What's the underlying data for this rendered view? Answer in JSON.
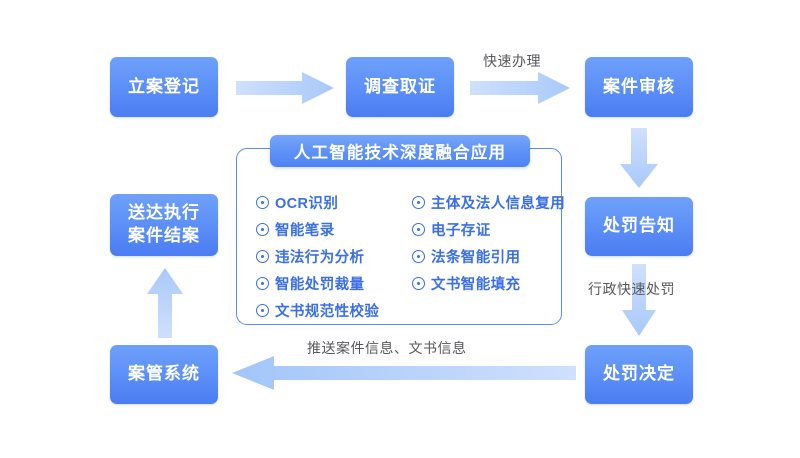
{
  "diagram": {
    "title": "人工智能技术深度融合应用",
    "accent_color": "#5b8cf5",
    "node_color": "#5e92f8",
    "arrow_color": "#bcd5fb",
    "label_color": "#58585c"
  },
  "nodes": [
    {
      "id": "node-filing",
      "label": "立案登记"
    },
    {
      "id": "node-investigate",
      "label": "调查取证"
    },
    {
      "id": "node-review",
      "label": "案件审核"
    },
    {
      "id": "node-notice",
      "label": "处罚告知"
    },
    {
      "id": "node-decision",
      "label": "处罚决定"
    },
    {
      "id": "node-casemgmt",
      "label": "案管系统"
    },
    {
      "id": "node-closing",
      "label": "送达执行\n案件结案"
    }
  ],
  "edge_labels": [
    {
      "id": "label-fast-handling",
      "text": "快速办理"
    },
    {
      "id": "label-fast-penalty",
      "text": "行政快速处罚"
    },
    {
      "id": "label-push-info",
      "text": "推送案件信息、文书信息"
    }
  ],
  "panel": {
    "title": "人工智能技术深度融合应用",
    "bullet_icon": "radio-dot-icon",
    "features_left": [
      "OCR识别",
      "智能笔录",
      "违法行为分析",
      "智能处罚裁量",
      "文书规范性校验"
    ],
    "features_right": [
      "主体及法人信息复用",
      "电子存证",
      "法条智能引用",
      "文书智能填充"
    ]
  }
}
